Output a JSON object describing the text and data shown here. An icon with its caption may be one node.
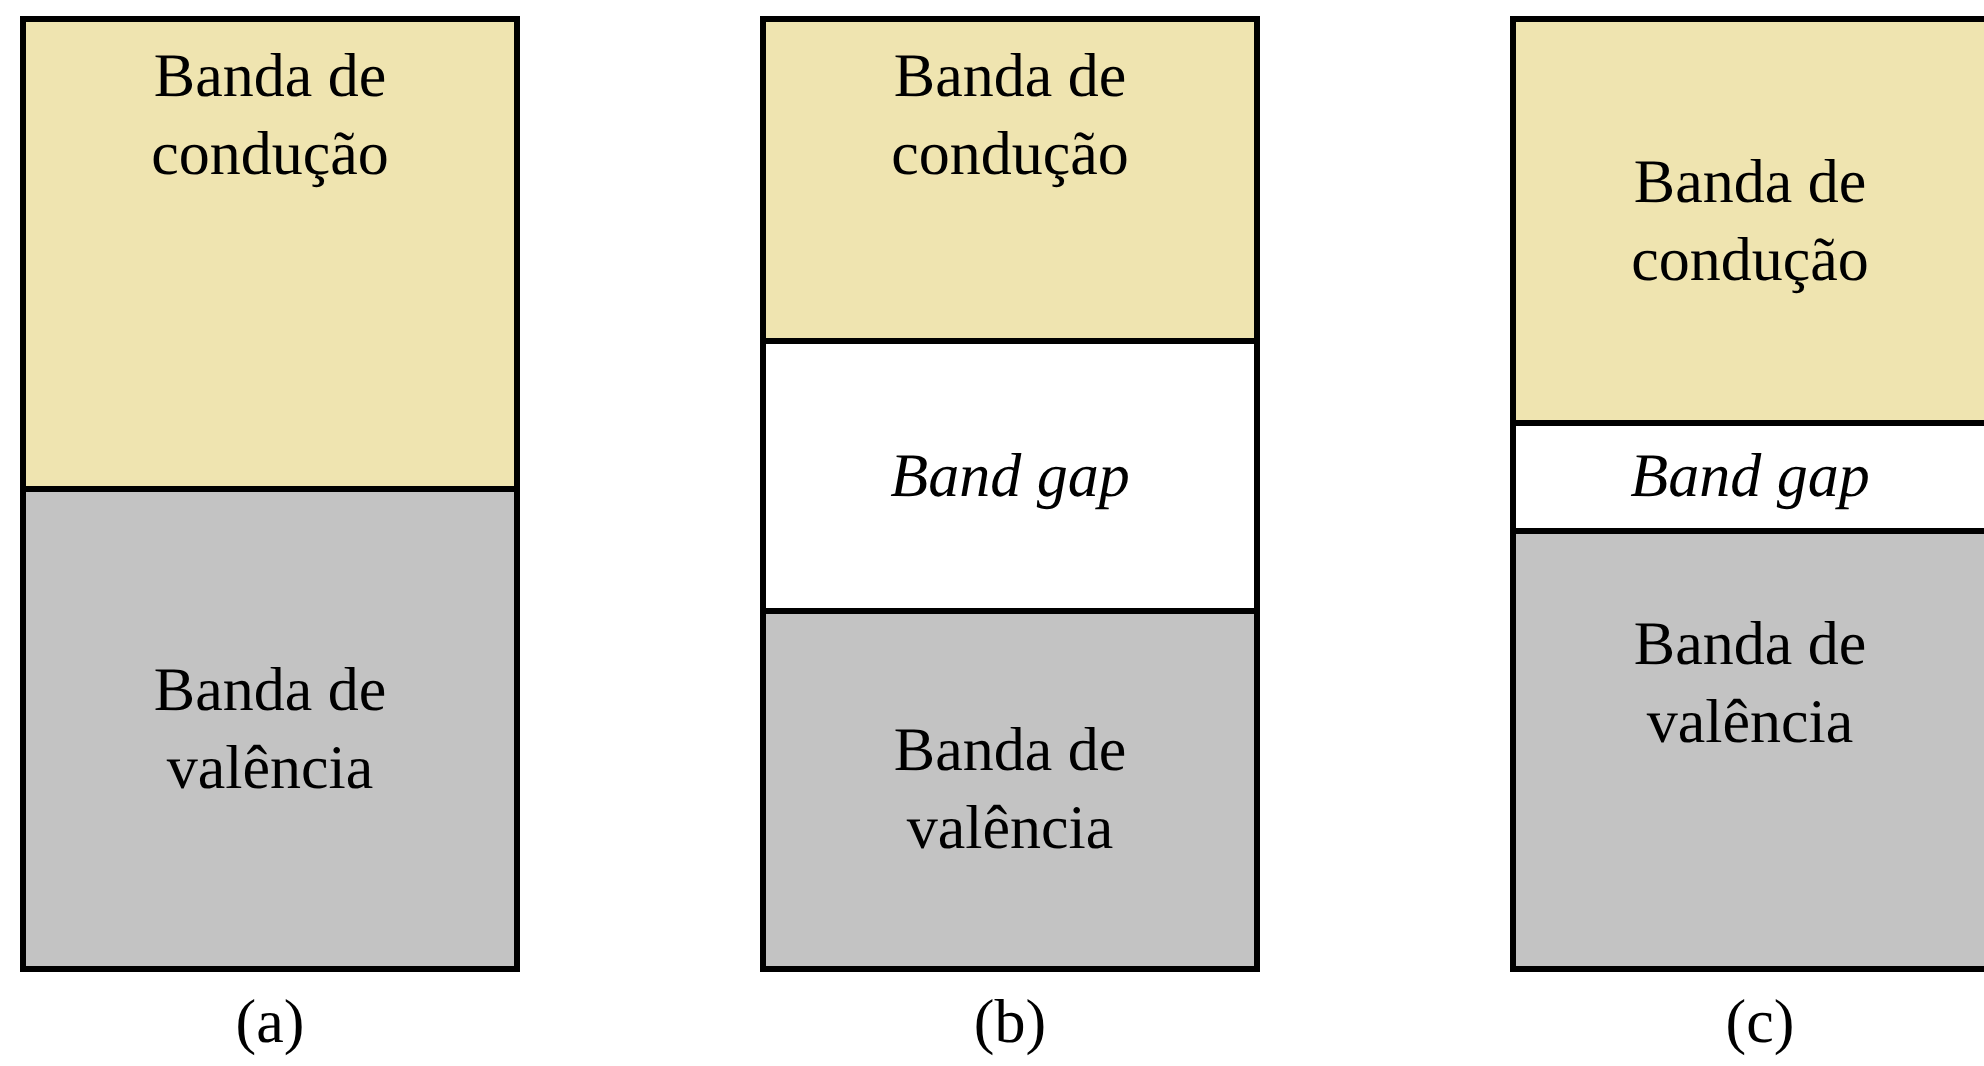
{
  "diagram": {
    "nodes": [
      {
        "text": [
          "Banda de condução"
        ]
      },
      {
        "text": [
          "Banda de valência"
        ]
      },
      {
        "text": [
          "Banda de condução"
        ]
      },
      {
        "text": [
          "Band gap"
        ]
      },
      {
        "text": [
          "Banda de valência"
        ]
      },
      {
        "text": [
          "Banda de condução"
        ]
      },
      {
        "text": [
          "Band gap"
        ]
      },
      {
        "text": [
          "Banda de valência"
        ]
      }
    ],
    "edges": [],
    "labels": [
      "(a)",
      "(b)",
      "(c)"
    ]
  }
}
